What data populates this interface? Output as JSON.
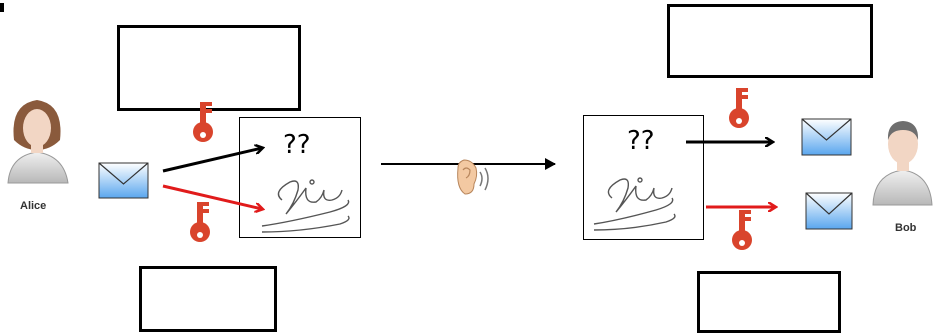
{
  "alice": {
    "name": "Alice"
  },
  "bob": {
    "name": "Bob"
  },
  "left_document": {
    "unknown_mark": "??"
  },
  "right_document": {
    "unknown_mark": "??"
  },
  "colors": {
    "key": "#d9442c",
    "arrow_red": "#e11b1b",
    "arrow_black": "#000000",
    "envelope": "#2f86d6"
  },
  "icons": [
    "person-icon",
    "envelope-icon",
    "key-icon",
    "ear-icon",
    "signature"
  ]
}
